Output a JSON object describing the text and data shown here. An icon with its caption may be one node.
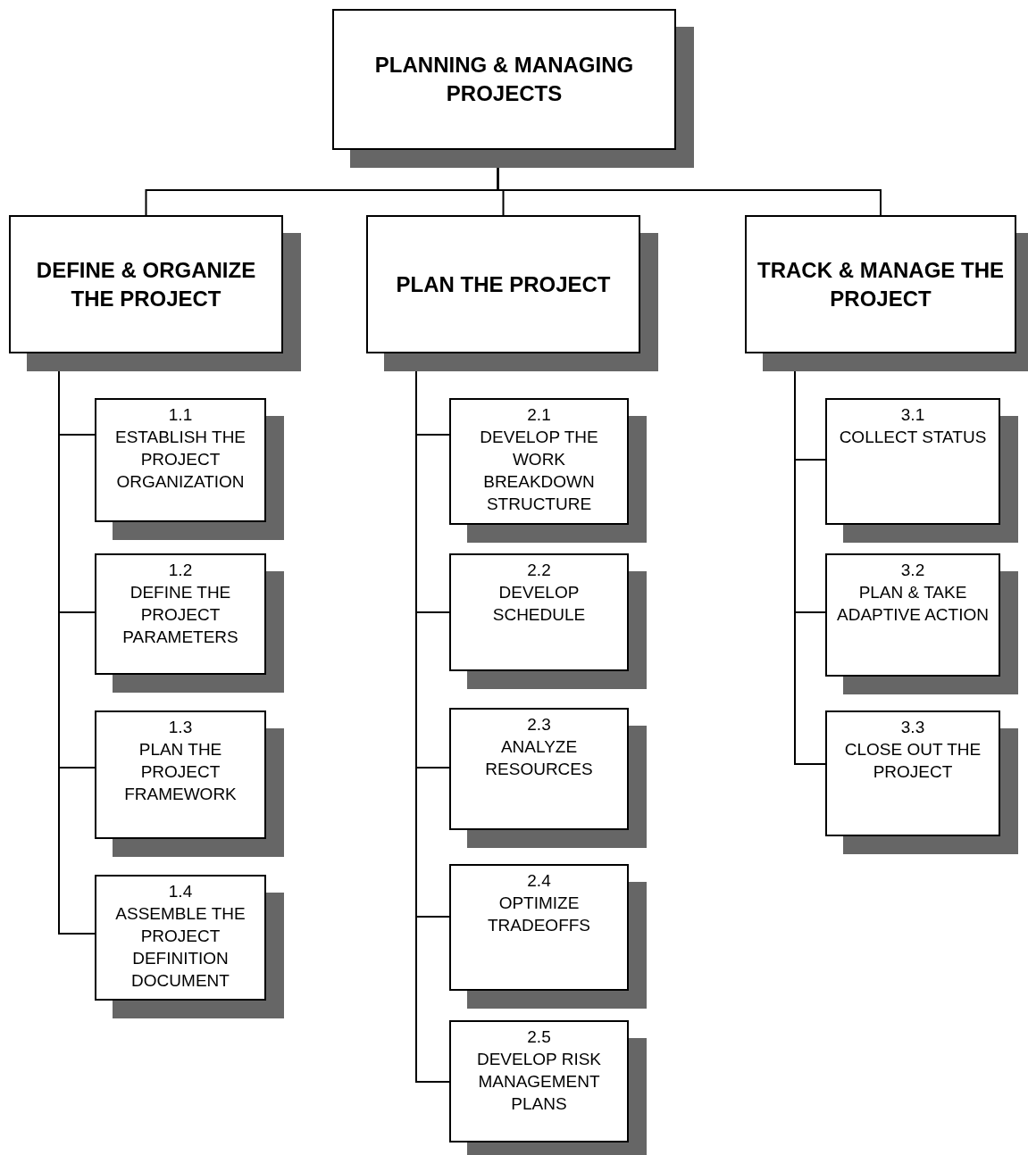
{
  "diagram": {
    "nodes": [
      {
        "text": [
          "PLANNING & MANAGING PROJECTS"
        ]
      },
      {
        "text": [
          "DEFINE & ORGANIZE THE PROJECT"
        ]
      },
      {
        "text": [
          "PLAN THE PROJECT"
        ]
      },
      {
        "text": [
          "TRACK & MANAGE THE PROJECT"
        ]
      },
      {
        "text": [
          "1.1",
          "ESTABLISH THE PROJECT ORGANIZATION"
        ]
      },
      {
        "text": [
          "1.2",
          "DEFINE THE PROJECT PARAMETERS"
        ]
      },
      {
        "text": [
          "1.3",
          "PLAN THE PROJECT FRAMEWORK"
        ]
      },
      {
        "text": [
          "1.4",
          "ASSEMBLE THE PROJECT DEFINITION DOCUMENT"
        ]
      },
      {
        "text": [
          "2.1",
          "DEVELOP THE WORK BREAKDOWN STRUCTURE"
        ]
      },
      {
        "text": [
          "2.2",
          "DEVELOP SCHEDULE"
        ]
      },
      {
        "text": [
          "2.3",
          "ANALYZE RESOURCES"
        ]
      },
      {
        "text": [
          "2.4",
          "OPTIMIZE TRADEOFFS"
        ]
      },
      {
        "text": [
          "2.5",
          "DEVELOP RISK MANAGEMENT PLANS"
        ]
      },
      {
        "text": [
          "3.1",
          "COLLECT STATUS"
        ]
      },
      {
        "text": [
          "3.2",
          "PLAN & TAKE ADAPTIVE ACTION"
        ]
      },
      {
        "text": [
          "3.3",
          "CLOSE OUT THE PROJECT"
        ]
      }
    ],
    "edges": [
      {
        "from": 0,
        "to": 1,
        "arrow": "none"
      },
      {
        "from": 0,
        "to": 2,
        "arrow": "none"
      },
      {
        "from": 0,
        "to": 3,
        "arrow": "none"
      },
      {
        "from": 1,
        "to": 4,
        "arrow": "none"
      },
      {
        "from": 1,
        "to": 5,
        "arrow": "none"
      },
      {
        "from": 1,
        "to": 6,
        "arrow": "none"
      },
      {
        "from": 1,
        "to": 7,
        "arrow": "none"
      },
      {
        "from": 2,
        "to": 8,
        "arrow": "none"
      },
      {
        "from": 2,
        "to": 9,
        "arrow": "none"
      },
      {
        "from": 2,
        "to": 10,
        "arrow": "none"
      },
      {
        "from": 2,
        "to": 11,
        "arrow": "none"
      },
      {
        "from": 2,
        "to": 12,
        "arrow": "none"
      },
      {
        "from": 3,
        "to": 13,
        "arrow": "none"
      },
      {
        "from": 3,
        "to": 14,
        "arrow": "none"
      },
      {
        "from": 3,
        "to": 15,
        "arrow": "none"
      }
    ]
  }
}
